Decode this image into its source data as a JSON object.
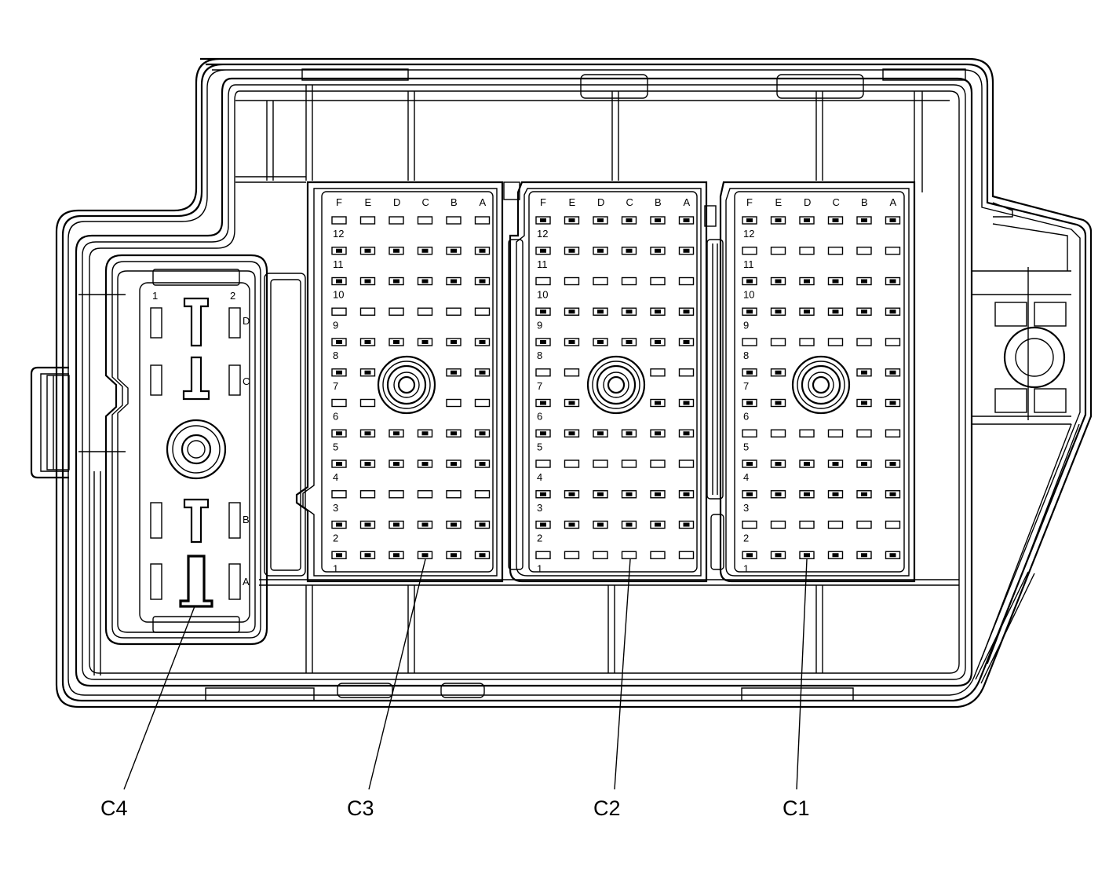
{
  "connectors": [
    {
      "id": "C3",
      "label": "C3",
      "columns": [
        "F",
        "E",
        "D",
        "C",
        "B",
        "A"
      ],
      "rows": [
        "12",
        "11",
        "10",
        "9",
        "8",
        "7",
        "6",
        "5",
        "4",
        "3",
        "2",
        "1"
      ]
    },
    {
      "id": "C2",
      "label": "C2",
      "columns": [
        "F",
        "E",
        "D",
        "C",
        "B",
        "A"
      ],
      "rows": [
        "12",
        "11",
        "10",
        "9",
        "8",
        "7",
        "6",
        "5",
        "4",
        "3",
        "2",
        "1"
      ]
    },
    {
      "id": "C1",
      "label": "C1",
      "columns": [
        "F",
        "E",
        "D",
        "C",
        "B",
        "A"
      ],
      "rows": [
        "12",
        "11",
        "10",
        "9",
        "8",
        "7",
        "6",
        "5",
        "4",
        "3",
        "2",
        "1"
      ]
    }
  ],
  "c4": {
    "label": "C4",
    "column_labels": [
      "1",
      "2"
    ],
    "row_labels": [
      "D",
      "C",
      "B",
      "A"
    ]
  }
}
